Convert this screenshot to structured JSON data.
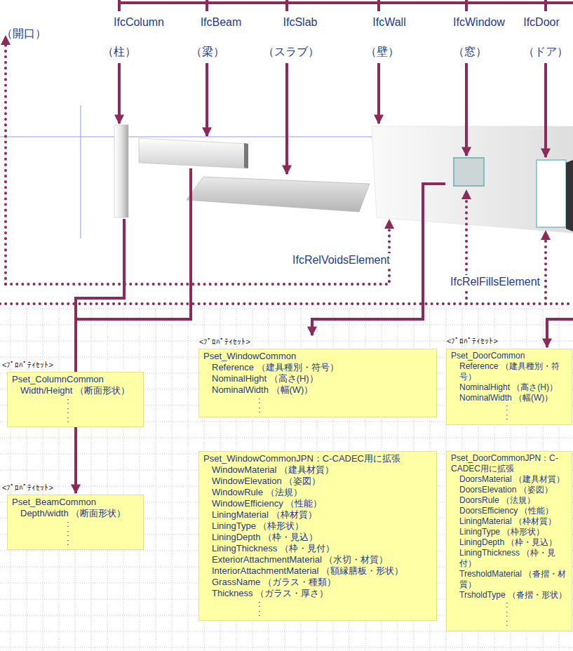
{
  "diagram": {
    "nodes": [
      {
        "text": [
          "<ﾌﾟﾛﾊﾟﾃｨｾｯﾄ>",
          "Pset_ColumnCommon",
          "Width/Height （断面形状）",
          ": : :"
        ]
      },
      {
        "text": [
          "<ﾌﾟﾛﾊﾟﾃｨｾｯﾄ>",
          "Pset_BeamCommon",
          "Depth/width （断面形状）",
          ": : :"
        ]
      },
      {
        "text": [
          "<ﾌﾟﾛﾊﾟﾃｨｾｯﾄ>",
          "Pset_WindowCommon",
          "Reference （建具種別・符号）",
          "NominalHight （高さ(H)）",
          "NominalWidth （幅(W)）",
          ": :"
        ]
      },
      {
        "text": [
          "Pset_WindowCommonJPN：C-CADEC用に拡張",
          "WindowMaterial （建具材質）",
          "WindowElevation （姿図）",
          "WindowRule （法規）",
          "WindowEfficiency （性能）",
          "LiningMaterial （枠材質）",
          "LiningType （枠形状）",
          "LiningDepth （枠・見込）",
          "LiningThickness （枠・見付）",
          "ExteriorAttachmentMaterial （水切・材質）",
          "InteriorAttachmentMaterial （額縁膳板・形状）",
          "GrassName （ガラス・種類）",
          "Thickness （ガラス・厚さ）",
          ": :"
        ]
      },
      {
        "text": [
          "<ﾌﾟﾛﾊﾟﾃｨｾｯﾄ>",
          "Pset_DoorCommon",
          "Reference （建具種別・符号）",
          "NominalHight （高さ(H)）",
          "NominalWidth （幅(W)）",
          ": :"
        ]
      },
      {
        "text": [
          "Pset_DoorCommonJPN：C-CADEC用に拡張",
          "DoorsMaterial （建具材質）",
          "DoorsElevation （姿図）",
          "DoorsRule （法規）",
          "DoorsEfficiency （性能）",
          "LiningMaterial （枠材質）",
          "LiningType （枠形状）",
          "LiningDepth （枠・見込）",
          "LiningThickness （枠・見付）",
          "TresholdMaterial （沓摺・材質）",
          "TrsholdType （沓摺・形状）",
          ": : :"
        ]
      }
    ],
    "labels": [
      "（開口）",
      "IfcColumn",
      "IfcBeam",
      "IfcSlab",
      "IfcWall",
      "IfcWindow",
      "IfcDoor",
      "（柱）",
      "（梁）",
      "（スラブ）",
      "（壁）",
      "（窓）",
      "（ドア）",
      "IfcRelVoidsElement",
      "IfcRelFillsElement"
    ]
  }
}
